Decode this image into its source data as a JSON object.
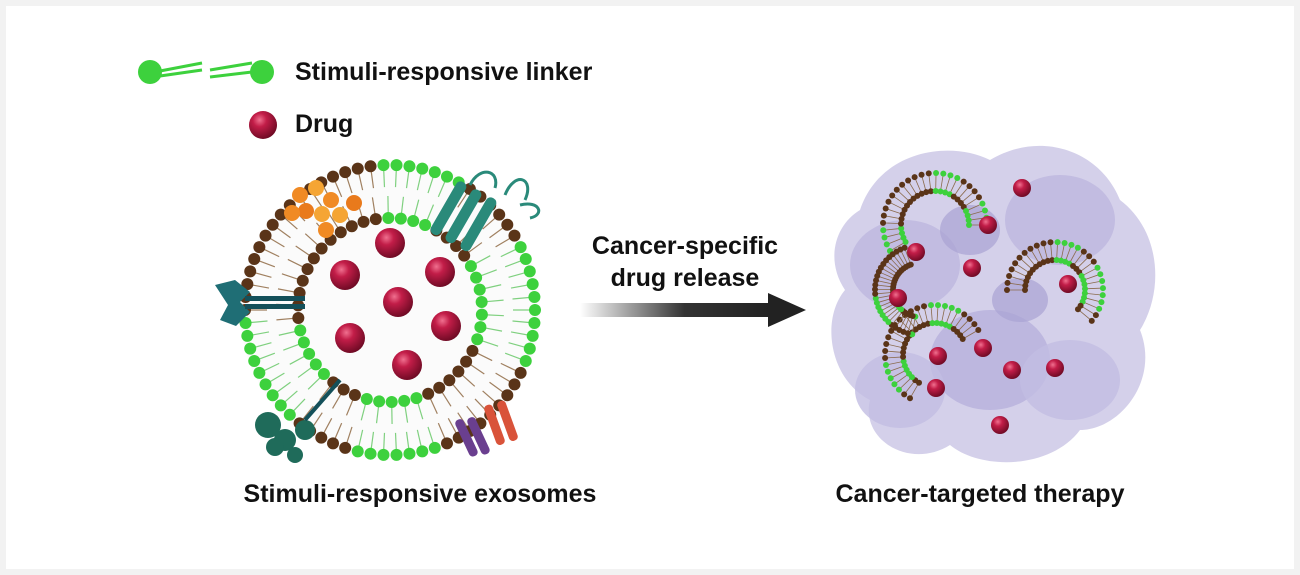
{
  "legend": {
    "linker_label": "Stimuli-responsive linker",
    "drug_label": "Drug"
  },
  "arrow": {
    "line1": "Cancer-specific",
    "line2": "drug release"
  },
  "captions": {
    "left": "Stimuli-responsive exosomes",
    "right": "Cancer-targeted therapy"
  },
  "colors": {
    "linker_green": "#3dd13d",
    "drug_red": "#b0173e",
    "lipid_brown": "#5a3418",
    "receptor_teal": "#2a8a7a",
    "receptor_darkteal": "#1f6e75",
    "enzyme_orange": "#f08a24",
    "protein_purple": "#6a3f8f",
    "protein_red": "#d9533a",
    "tumor_lavender": "#c9c5e4",
    "arrow_dark": "#222222"
  },
  "icons": {
    "linker": "linker-icon",
    "drug": "drug-sphere-icon",
    "exosome": "exosome-icon",
    "tumor": "tumor-cluster-icon",
    "arrow": "right-arrow-icon"
  }
}
